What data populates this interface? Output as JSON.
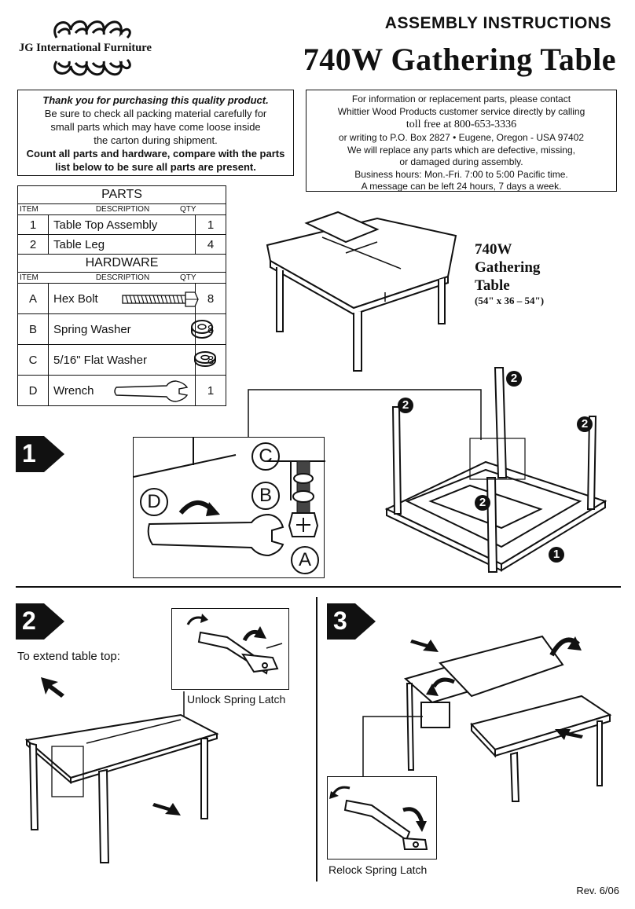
{
  "brand": {
    "name": "JG International Furniture"
  },
  "header": {
    "kicker": "ASSEMBLY INSTRUCTIONS",
    "title": "740W Gathering Table"
  },
  "notice": {
    "thanks": "Thank you for purchasing this quality product.",
    "line1": "Be sure to check all packing material carefully for",
    "line2": "small parts which may have come loose inside",
    "line3": "the carton during shipment.",
    "bold1": "Count all parts and hardware, compare with the parts",
    "bold2": "list below to be sure all parts are present."
  },
  "contact": {
    "line1": "For information or replacement parts, please contact",
    "line2": "Whittier Wood Products customer service directly by calling",
    "line3": "toll free at 800-653-3336",
    "line4": "or writing to P.O. Box 2827 • Eugene, Oregon - USA 97402",
    "line5": "We will replace any parts which are defective, missing,",
    "line6": "or  damaged during assembly.",
    "line7": "Business hours: Mon.-Fri. 7:00 to 5:00 Pacific time.",
    "line8": "A message can be left 24 hours, 7 days a week."
  },
  "parts": {
    "heading": "PARTS",
    "col_item": "ITEM",
    "col_desc": "DESCRIPTION",
    "col_qty": "QTY",
    "rows": [
      {
        "item": "1",
        "desc": "Table Top Assembly",
        "qty": "1"
      },
      {
        "item": "2",
        "desc": "Table Leg",
        "qty": "4"
      }
    ]
  },
  "hardware": {
    "heading": "HARDWARE",
    "col_item": "ITEM",
    "col_desc": "DESCRIPTION",
    "col_qty": "QTY",
    "rows": [
      {
        "item": "A",
        "desc": "Hex Bolt",
        "qty": "8",
        "icon": "hex-bolt-icon"
      },
      {
        "item": "B",
        "desc": "Spring Washer",
        "qty": "8",
        "icon": "spring-washer-icon"
      },
      {
        "item": "C",
        "desc": "5/16\" Flat Washer",
        "qty": "8",
        "icon": "flat-washer-icon"
      },
      {
        "item": "D",
        "desc": "Wrench",
        "qty": "1",
        "icon": "wrench-icon"
      }
    ]
  },
  "product_label": {
    "line1": "740W",
    "line2": "Gathering",
    "line3": "Table",
    "dims": "(54\" x 36 – 54\")"
  },
  "step1": {
    "number": "1",
    "callouts": {
      "c": "C",
      "b": "B",
      "d": "D",
      "a": "A"
    },
    "part_markers": {
      "leg": "2",
      "top": "1"
    }
  },
  "step2": {
    "number": "2",
    "caption": "To extend table top:",
    "inset_caption": "Unlock Spring Latch"
  },
  "step3": {
    "number": "3",
    "inset_caption": "Relock Spring Latch"
  },
  "footer": {
    "revision": "Rev. 6/06"
  }
}
